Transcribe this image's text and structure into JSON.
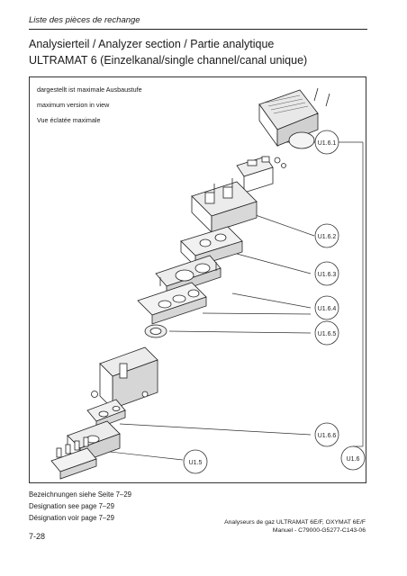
{
  "header": {
    "section_title": "Liste des pièces de rechange"
  },
  "title": {
    "line1": "Analysierteil / Analyzer section / Partie analytique",
    "line2": "ULTRAMAT 6 (Einzelkanal/single channel/canal unique)"
  },
  "figure": {
    "notes": [
      "dargestellt ist maximale Ausbaustufe",
      "maximum version in view",
      "Vue éclatée maximale"
    ],
    "callouts": [
      "U1.6.1",
      "U1.6.2",
      "U1.6.3",
      "U1.6.4",
      "U1.6.5",
      "U1.6.6",
      "U1.5",
      "U1.6"
    ]
  },
  "references": [
    "Bezeichnungen siehe Seite 7–29",
    "Designation see page 7–29",
    "Désignation voir page 7–29"
  ],
  "footer": {
    "page_number": "7-28",
    "product": "Analyseurs de gaz ULTRAMAT 6E/F, OXYMAT 6E/F",
    "manual": "Manuel - C79000-G5277-C143-06"
  }
}
